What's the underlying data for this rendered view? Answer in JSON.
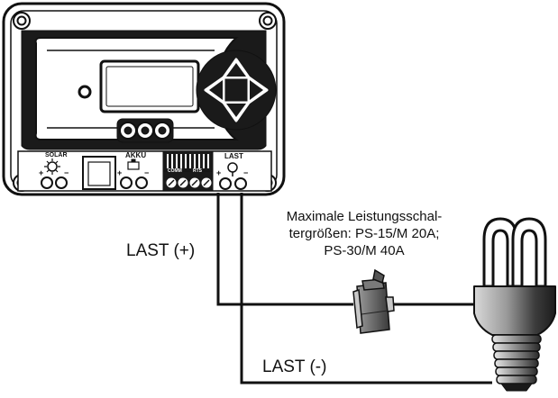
{
  "wiring": {
    "load_plus_label": "LAST (+)",
    "load_minus_label": "LAST (-)",
    "breaker_note": [
      "Maximale Leistungsschal-",
      "tergrößen: PS-15/M 20A;",
      "PS-30/M 40A"
    ]
  },
  "controller": {
    "terminal_labels": {
      "solar": "SOLAR",
      "akku": "AKKU",
      "last": "LAST",
      "comm": "COMM",
      "rts": "RTS"
    },
    "polarity": {
      "plus": "+",
      "minus": "−"
    }
  },
  "icons": {
    "keypad": [
      "arrow-up",
      "arrow-down",
      "arrow-left",
      "arrow-right"
    ],
    "load": "cfl-bulb-icon",
    "breaker": "circuit-breaker-icon"
  }
}
